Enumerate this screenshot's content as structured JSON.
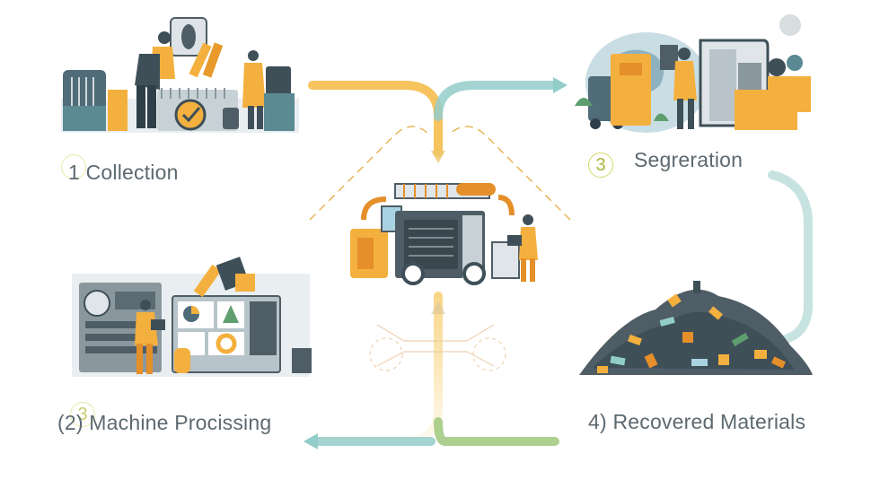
{
  "steps": [
    {
      "text": "1 Collection",
      "badge": "",
      "badge_icon": "step-ring-icon"
    },
    {
      "text": "Segreration",
      "badge": "3"
    },
    {
      "text": "(2) Machine Procissing",
      "badge": "3"
    },
    {
      "text": "4) Recovered Materials",
      "badge": ""
    }
  ],
  "colors": {
    "arrow_orange": "#f5b942",
    "arrow_teal": "#93cdc9",
    "arrow_green": "#9fc77c",
    "dashed_orange": "#e8b559",
    "figure_orange": "#f4b03e",
    "machine_grey": "#4f5d66",
    "text": "#5d6970"
  },
  "illustrations": [
    "collection-scene-icon",
    "segregation-scene-icon",
    "machine-processing-scene-icon",
    "central-machine-icon",
    "recovered-materials-pile-icon"
  ]
}
